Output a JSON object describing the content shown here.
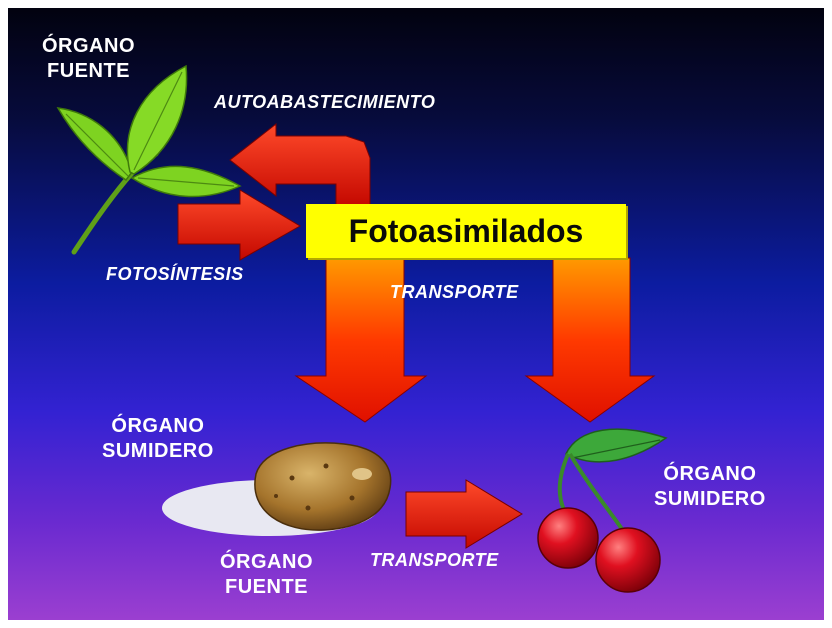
{
  "labels": {
    "source_top": [
      "ÓRGANO",
      "FUENTE"
    ],
    "self_supply": "AUTOABASTECIMIENTO",
    "photosynthesis": "FOTOSÍNTESIS",
    "center_box": "Fotoasimilados",
    "transport_top": "TRANSPORTE",
    "sink_left": [
      "ÓRGANO",
      "SUMIDERO"
    ],
    "source_bottom": [
      "ÓRGANO",
      "FUENTE"
    ],
    "transport_bottom": "TRANSPORTE",
    "sink_right": [
      "ÓRGANO",
      "SUMIDERO"
    ]
  },
  "colors": {
    "arrow": "#ff1a00",
    "box": "#ffff00",
    "text": "#ffffff",
    "leaf": "#7ed321"
  },
  "icons": [
    "leaf-icon",
    "potato-icon",
    "cherries-icon"
  ]
}
